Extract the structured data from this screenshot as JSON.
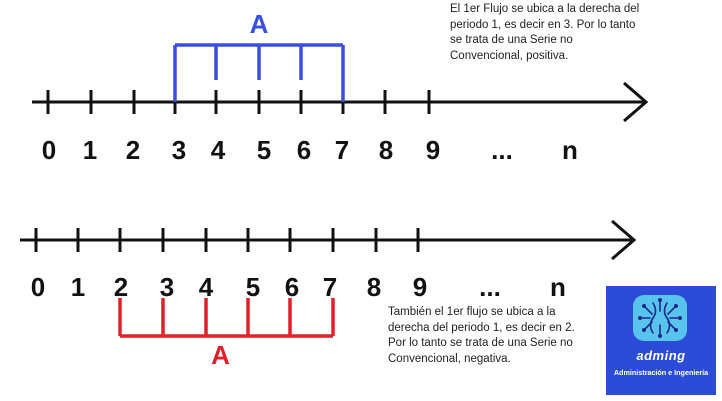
{
  "top_diagram": {
    "labels": [
      "0",
      "1",
      "2",
      "3",
      "4",
      "5",
      "6",
      "7",
      "8",
      "9",
      "...",
      "n"
    ],
    "bracket": {
      "label": "A",
      "from_period": "3",
      "to_period": "7",
      "side": "above",
      "color": "#3a4ee0"
    },
    "note": [
      "El 1er Flujo se ubica a la derecha del",
      "periodo 1, es decir en 3. Por lo tanto",
      "se trata de una Serie no",
      "Convencional, positiva."
    ]
  },
  "bottom_diagram": {
    "labels": [
      "0",
      "1",
      "2",
      "3",
      "4",
      "5",
      "6",
      "7",
      "8",
      "9",
      "...",
      "n"
    ],
    "bracket": {
      "label": "A",
      "from_period": "2",
      "to_period": "7",
      "side": "below",
      "color": "#e0202a"
    },
    "note": [
      "También el 1er flujo se ubica a la",
      "derecha del periodo 1, es decir en 2.",
      "Por lo tanto se trata de una Serie no",
      "Convencional, negativa."
    ]
  },
  "logo": {
    "name": "adming",
    "subtitle": "Administración e Ingeniería",
    "icon": "circuit-network-icon",
    "background": "#2b4bd8",
    "badge_color": "#58c4ee"
  },
  "colors": {
    "axis": "#111111",
    "text": "#111111"
  }
}
